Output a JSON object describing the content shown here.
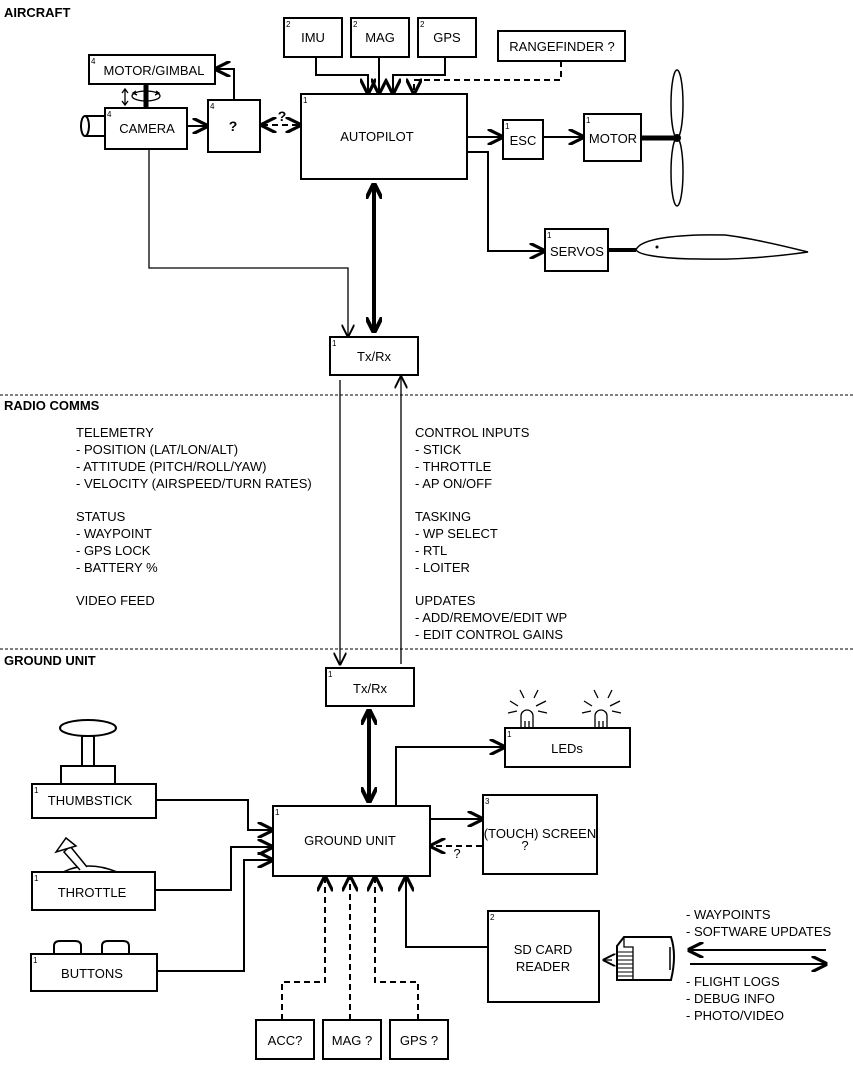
{
  "sections": {
    "aircraft": "AIRCRAFT",
    "radio_comms": "RADIO COMMS",
    "ground_unit": "GROUND UNIT"
  },
  "aircraft": {
    "imu": {
      "label": "IMU",
      "index": "2"
    },
    "mag": {
      "label": "MAG",
      "index": "2"
    },
    "gps": {
      "label": "GPS",
      "index": "2"
    },
    "rangefinder": {
      "label": "RANGEFINDER ?"
    },
    "motor_gimbal": {
      "label": "MOTOR/GIMBAL",
      "index": "4"
    },
    "camera": {
      "label": "CAMERA",
      "index": "4"
    },
    "unknown": {
      "label": "?",
      "index": "4"
    },
    "unknown_link": "?",
    "autopilot": {
      "label": "AUTOPILOT",
      "index": "1"
    },
    "esc": {
      "label": "ESC",
      "index": "1"
    },
    "motor": {
      "label": "MOTOR",
      "index": "1"
    },
    "servos": {
      "label": "SERVOS",
      "index": "1"
    },
    "txrx": {
      "label": "Tx/Rx",
      "index": "1"
    }
  },
  "radio": {
    "downlink": [
      "TELEMETRY",
      "- POSITION (LAT/LON/ALT)",
      "- ATTITUDE (PITCH/ROLL/YAW)",
      "- VELOCITY (AIRSPEED/TURN RATES)",
      "",
      "STATUS",
      "- WAYPOINT",
      "- GPS LOCK",
      "- BATTERY %",
      "",
      "VIDEO FEED"
    ],
    "uplink": [
      "CONTROL INPUTS",
      "- STICK",
      "- THROTTLE",
      "- AP ON/OFF",
      "",
      "TASKING",
      "- WP SELECT",
      "- RTL",
      "- LOITER",
      "",
      "UPDATES",
      "- ADD/REMOVE/EDIT WP",
      "- EDIT CONTROL GAINS"
    ]
  },
  "ground": {
    "txrx": {
      "label": "Tx/Rx",
      "index": "1"
    },
    "leds": {
      "label": "LEDs",
      "index": "1"
    },
    "thumbstick": {
      "label": "THUMBSTICK",
      "index": "1"
    },
    "ground_unit": {
      "label": "GROUND UNIT",
      "index": "1"
    },
    "screen": {
      "label": "(TOUCH) SCREEN",
      "index": "3",
      "sub": "?"
    },
    "screen_link": "?",
    "throttle": {
      "label": "THROTTLE",
      "index": "1"
    },
    "buttons": {
      "label": "BUTTONS",
      "index": "1"
    },
    "sd_reader": {
      "label1": "SD CARD",
      "label2": "READER",
      "index": "2"
    },
    "acc": {
      "label": "ACC?"
    },
    "mag": {
      "label": "MAG ?"
    },
    "gps": {
      "label": "GPS ?"
    },
    "sd_in": [
      "- WAYPOINTS",
      "- SOFTWARE UPDATES"
    ],
    "sd_out": [
      "- FLIGHT LOGS",
      "- DEBUG INFO",
      "- PHOTO/VIDEO"
    ]
  }
}
